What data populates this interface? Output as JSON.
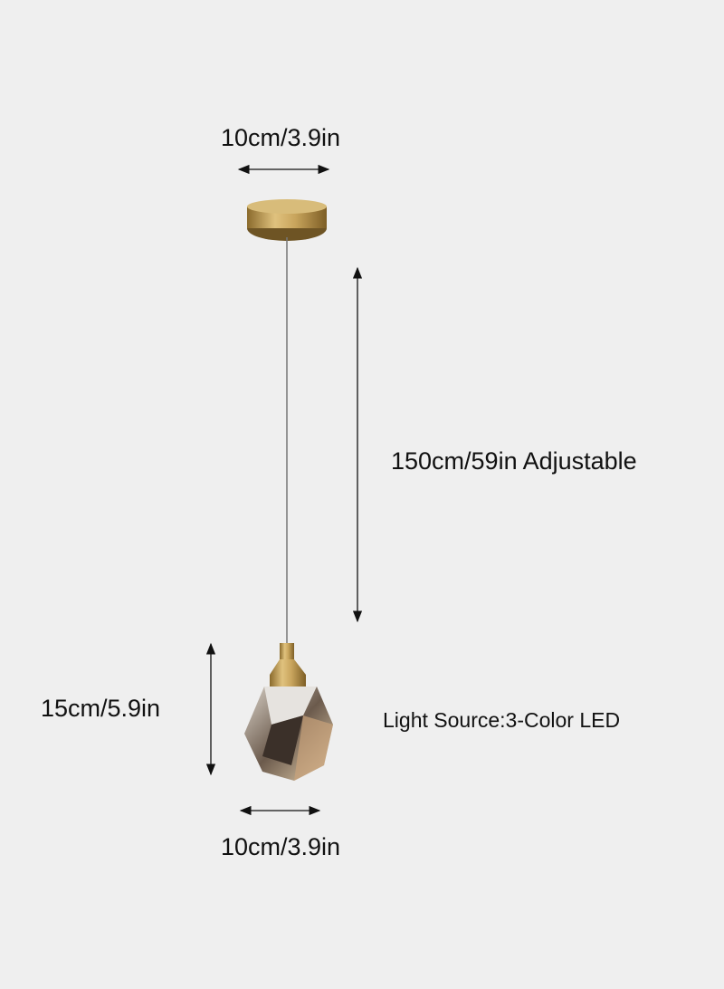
{
  "labels": {
    "top_width": "10cm/3.9in",
    "cord_length": "150cm/59in Adjustable",
    "shade_height": "15cm/5.9in",
    "light_source": "Light Source:3-Color LED",
    "bottom_width": "10cm/3.9in"
  },
  "colors": {
    "background": "#efefef",
    "brass": "#b8954a",
    "crystal": "#6b5a4c"
  }
}
